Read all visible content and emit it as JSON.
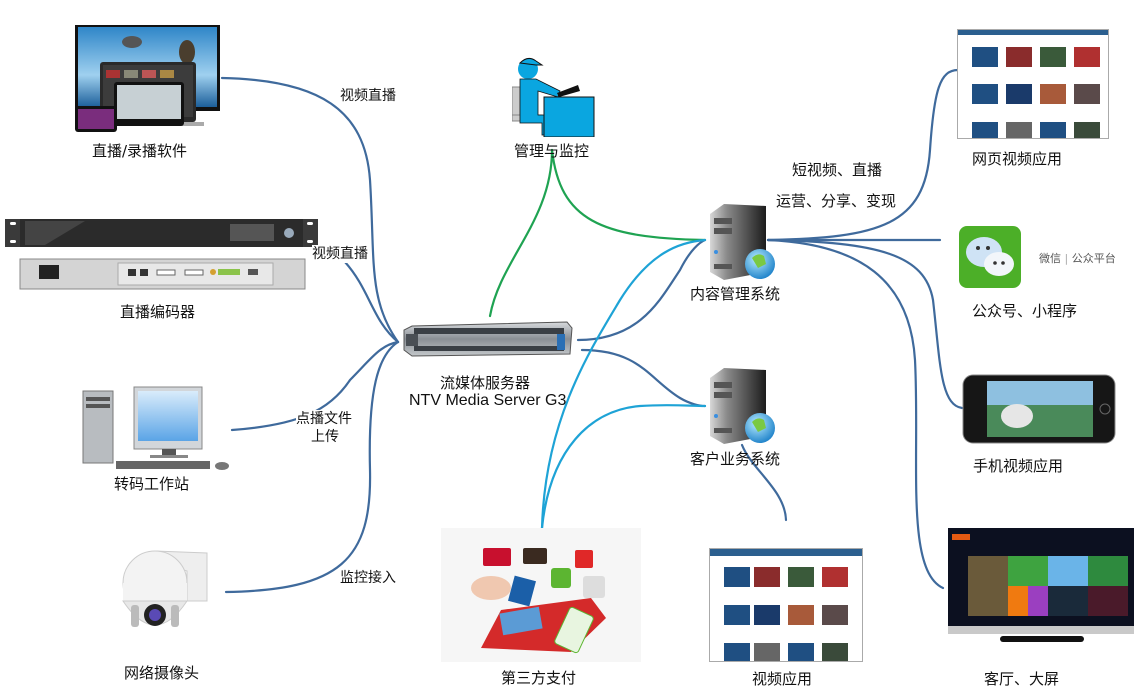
{
  "colors": {
    "link_blue": "#3f6a9c",
    "link_cyan": "#1ea3d6",
    "link_green": "#1fa352",
    "operator_blue": "#0aa6e0"
  },
  "nodes": {
    "live_software": {
      "label": "直播/录播软件",
      "icon": "multi-screen-devices-icon"
    },
    "live_encoder": {
      "label": "直播编码器",
      "icon": "rack-encoder-icon"
    },
    "transcode_station": {
      "label": "转码工作站",
      "icon": "desktop-computer-icon"
    },
    "network_camera": {
      "label": "网络摄像头",
      "icon": "ptz-camera-icon"
    },
    "management": {
      "label": "管理与监控",
      "icon": "operator-at-desk-icon"
    },
    "media_server": {
      "label_cn": "流媒体服务器",
      "label_en": "NTV  Media Server G3",
      "icon": "rack-server-icon"
    },
    "cms": {
      "label": "内容管理系统",
      "icon": "server-globe-icon"
    },
    "customer_system": {
      "label": "客户业务系统",
      "icon": "server-globe-icon"
    },
    "third_party_pay": {
      "label": "第三方支付",
      "icon": "payment-terminal-icon"
    },
    "video_app": {
      "label": "视频应用",
      "icon": "web-video-grid-icon"
    },
    "web_video_app": {
      "label": "网页视频应用",
      "icon": "web-video-grid-icon"
    },
    "wechat": {
      "label": "公众号、小程序",
      "brand_text": "微信",
      "brand_sub": "公众平台",
      "icon": "wechat-icon"
    },
    "mobile_app": {
      "label": "手机视频应用",
      "icon": "smartphone-icon"
    },
    "living_room_tv": {
      "label": "客厅、大屏",
      "icon": "smart-tv-icon"
    }
  },
  "edge_labels": {
    "live_software": "视频直播",
    "live_encoder": "视频直播",
    "transcode_line1": "点播文件",
    "transcode_line2": "上传",
    "camera": "监控接入",
    "cms_line1": "短视频、直播",
    "cms_line2": "运营、分享、变现"
  }
}
